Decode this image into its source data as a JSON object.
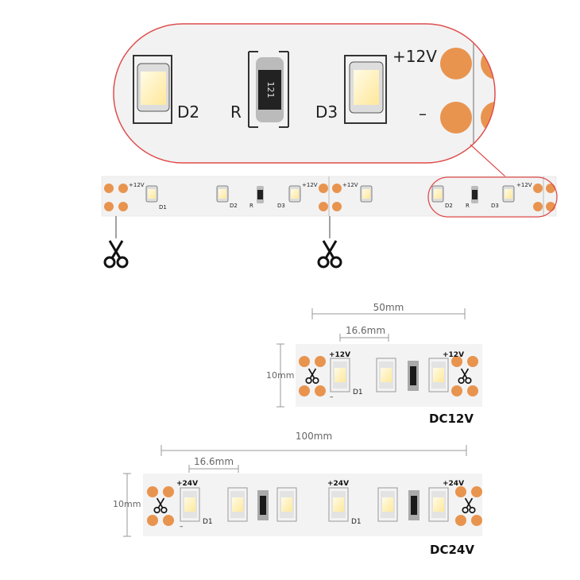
{
  "zoom": {
    "plus12": "+12V",
    "d2": "D2",
    "r": "R",
    "d3": "D3",
    "minus": "–",
    "resistor_code": "121"
  },
  "strip": {
    "plus12": "+12V",
    "d1": "D1",
    "d2": "D2",
    "r": "R",
    "d3": "D3"
  },
  "dc12": {
    "span_label": "50mm",
    "pitch_label": "16.6mm",
    "width_label": "10mm",
    "plus_left": "+12V",
    "plus_right": "+12V",
    "d1": "D1",
    "minus": "–",
    "voltage_label": "DC12V"
  },
  "dc24": {
    "span_label": "100mm",
    "pitch_label": "16.6mm",
    "width_label": "10mm",
    "plus_a": "+24V",
    "plus_b": "+24V",
    "plus_c": "+24V",
    "d1_a": "D1",
    "d1_b": "D1",
    "minus": "–",
    "voltage_label": "DC24V"
  },
  "colors": {
    "pad": "#e8944f",
    "led_yellow": "#fff3c4",
    "callout": "#e04c4c"
  }
}
